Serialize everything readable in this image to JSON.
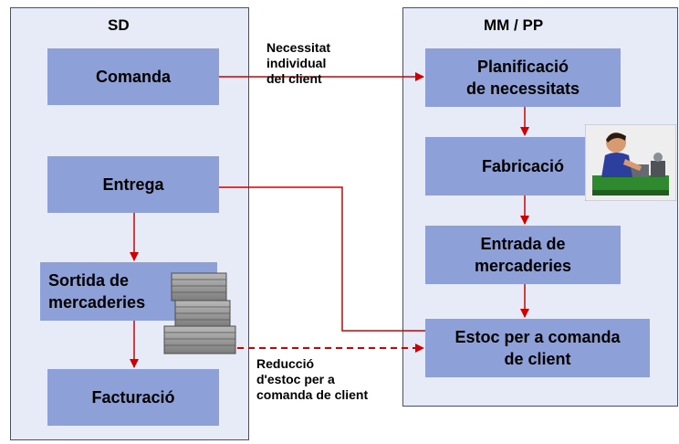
{
  "panels": {
    "sd_title": "SD",
    "mm_title": "MM / PP"
  },
  "boxes": {
    "comanda": "Comanda",
    "entrega": "Entrega",
    "sortida": "Sortida de\nmercaderies",
    "facturacio": "Facturació",
    "planificacio": "Planificació\nde necessitats",
    "fabricacio": "Fabricació",
    "entrada": "Entrada de\nmercaderies",
    "estoc": "Estoc per a comanda\nde client"
  },
  "labels": {
    "necessitat": "Necessitat\nindividual\ndel client",
    "reduccio": "Reducció\nd'estoc per a\ncomanda de client"
  },
  "colors": {
    "panel_fill": "#e6ebf7",
    "box_fill": "#8da0d8",
    "arrow": "#d00000"
  },
  "icons": {
    "worker": "worker-at-machine-illustration",
    "stock": "stacked-goods-icon"
  }
}
